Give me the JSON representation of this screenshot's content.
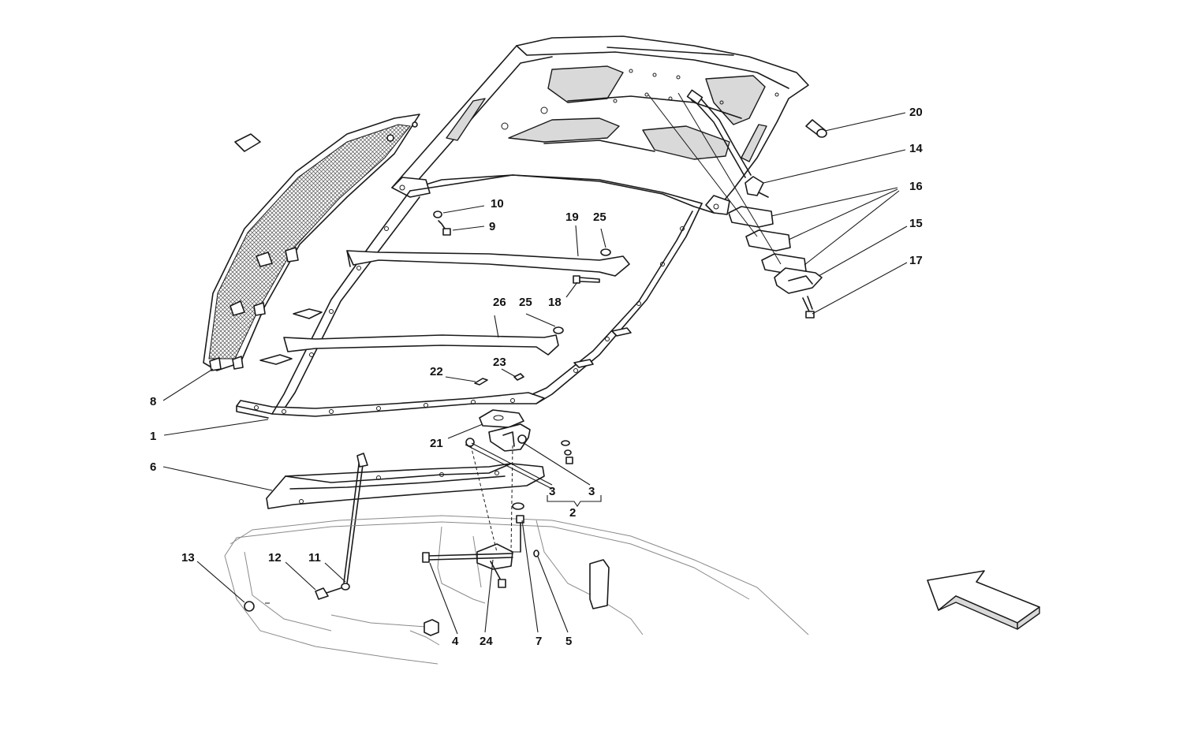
{
  "callouts": {
    "c1": "1",
    "c2": "2",
    "c3a": "3",
    "c3b": "3",
    "c4": "4",
    "c5": "5",
    "c6": "6",
    "c7": "7",
    "c8": "8",
    "c9": "9",
    "c10": "10",
    "c11": "11",
    "c12": "12",
    "c13": "13",
    "c14": "14",
    "c15": "15",
    "c16": "16",
    "c17": "17",
    "c18": "18",
    "c19": "19",
    "c20": "20",
    "c21": "21",
    "c22": "22",
    "c23": "23",
    "c24": "24",
    "c25a": "25",
    "c25b": "25",
    "c26": "26"
  },
  "icons": {
    "direction_arrow": "front-direction-arrow-icon"
  }
}
